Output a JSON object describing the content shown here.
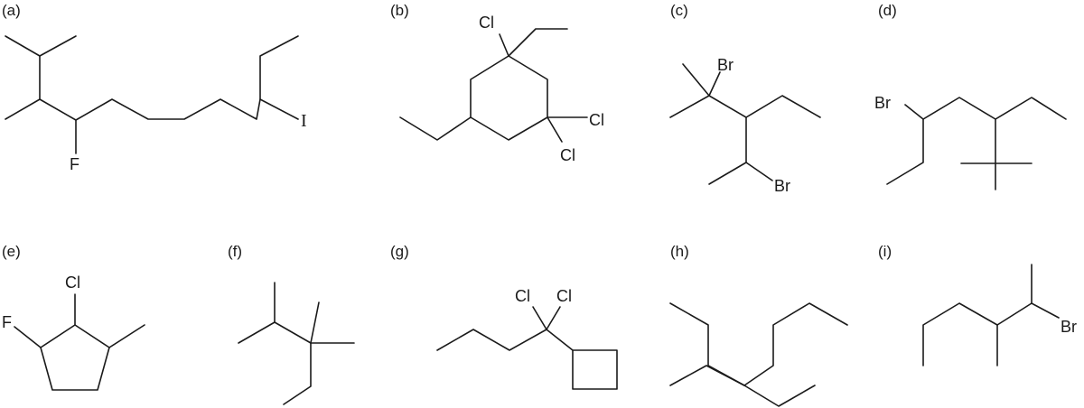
{
  "panels": [
    {
      "label": "(a)",
      "atoms": [
        "F",
        "I"
      ]
    },
    {
      "label": "(b)",
      "atoms": [
        "Cl",
        "Cl",
        "Cl"
      ]
    },
    {
      "label": "(c)",
      "atoms": [
        "Br",
        "Br"
      ]
    },
    {
      "label": "(d)",
      "atoms": [
        "Br"
      ]
    },
    {
      "label": "(e)",
      "atoms": [
        "Cl",
        "F"
      ]
    },
    {
      "label": "(f)",
      "atoms": []
    },
    {
      "label": "(g)",
      "atoms": [
        "Cl",
        "Cl"
      ]
    },
    {
      "label": "(h)",
      "atoms": []
    },
    {
      "label": "(i)",
      "atoms": [
        "Br"
      ]
    }
  ]
}
